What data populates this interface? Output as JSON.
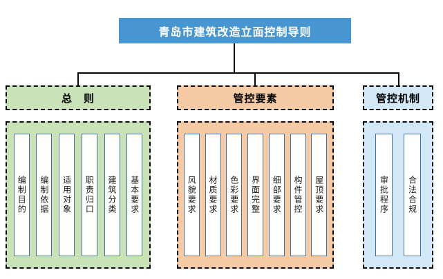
{
  "title": "青岛市建筑改造立面控制导则",
  "colors": {
    "title_bar": "#4795d1",
    "title_text": "#ffffff",
    "branch_general_fill": "#c9e2b8",
    "branch_elements_fill": "#f6caa4",
    "branch_mechanism_fill": "#d2e8f8",
    "item_box_fill": "#ffffff",
    "item_box_border": "#41719c",
    "connector_line": "#000000",
    "dashed_border": "#000000"
  },
  "branches": [
    {
      "id": "general",
      "label": "总　则",
      "items": [
        "编制目的",
        "编制依据",
        "适用对象",
        "职责归口",
        "建筑分类",
        "基本要求"
      ]
    },
    {
      "id": "elements",
      "label": "管控要素",
      "items": [
        "风貌要求",
        "材质要求",
        "色彩要求",
        "界面完整",
        "细部要求",
        "构件管控",
        "屋顶要求"
      ]
    },
    {
      "id": "mechanism",
      "label": "管控机制",
      "items": [
        "审批程序",
        "合法合规"
      ]
    }
  ]
}
